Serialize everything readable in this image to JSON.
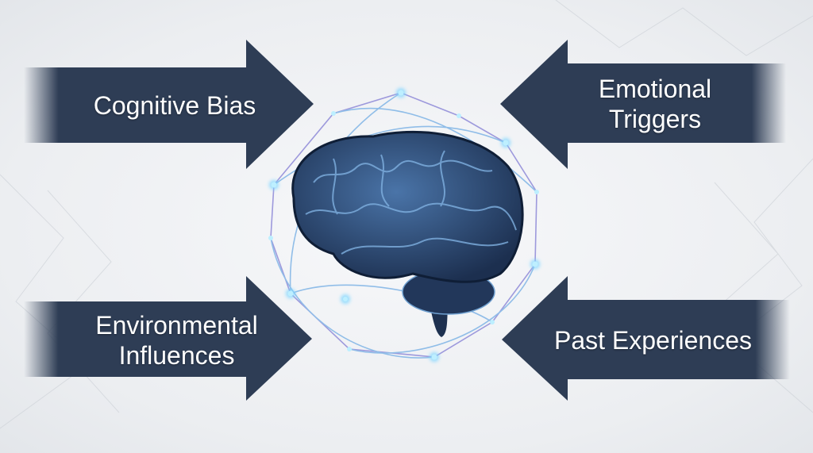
{
  "labels": {
    "top_left": "Cognitive Bias",
    "top_right": [
      "Emotional",
      "Triggers"
    ],
    "bottom_left": [
      "Environmental",
      "Influences"
    ],
    "bottom_right": "Past Experiences"
  },
  "colors": {
    "arrow": "#2e3d55",
    "brain": "#27426a",
    "network": "#8f8ad8",
    "node": "#9fe4ff"
  }
}
